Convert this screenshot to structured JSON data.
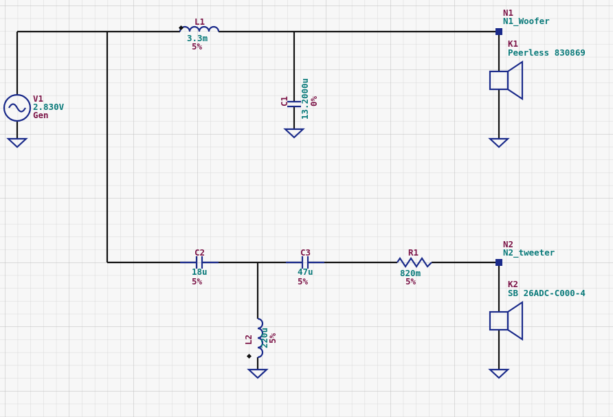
{
  "colors": {
    "background": "#f7f7f7",
    "grid_minor": "#d8d8d8",
    "grid_major": "#bdbdbd",
    "wire": "#111111",
    "component": "#1a2a8a",
    "ref_label": "#7b1346",
    "value_label": "#0a7a7a",
    "tolerance_label": "#7b1346"
  },
  "components": {
    "V1": {
      "ref": "V1",
      "value": "2.830V",
      "extra": "Gen"
    },
    "L1": {
      "ref": "L1",
      "value": "3.3m",
      "tolerance": "5%"
    },
    "C1": {
      "ref": "C1",
      "value": "13.2000u",
      "tolerance": "0%"
    },
    "C2": {
      "ref": "C2",
      "value": "18u",
      "tolerance": "5%"
    },
    "C3": {
      "ref": "C3",
      "value": "47u",
      "tolerance": "5%"
    },
    "R1": {
      "ref": "R1",
      "value": "820m",
      "tolerance": "5%"
    },
    "L2": {
      "ref": "L2",
      "value": "220u",
      "tolerance": "5%"
    },
    "K1": {
      "ref": "K1",
      "model": "Peerless 830869"
    },
    "K2": {
      "ref": "K2",
      "model": "SB 26ADC-C000-4"
    }
  },
  "nodes": {
    "N1": {
      "ref": "N1",
      "name": "N1_Woofer"
    },
    "N2": {
      "ref": "N2",
      "name": "N2_tweeter"
    }
  }
}
